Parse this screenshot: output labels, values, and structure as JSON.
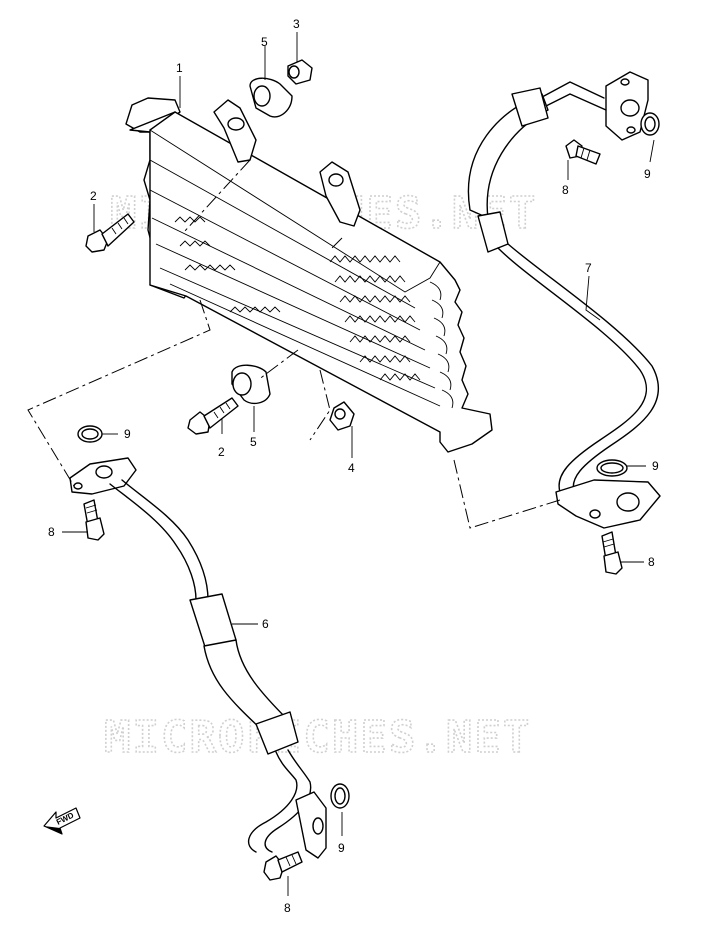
{
  "watermark": {
    "text": "MICROFICHES.NET"
  },
  "fwd_label": "FWD",
  "callouts": {
    "c1": "1",
    "c2a": "2",
    "c2b": "2",
    "c3": "3",
    "c4": "4",
    "c5a": "5",
    "c5b": "5",
    "c6": "6",
    "c7": "7",
    "c8a": "8",
    "c8b": "8",
    "c8c": "8",
    "c8d": "8",
    "c9a": "9",
    "c9b": "9",
    "c9c": "9",
    "c9d": "9"
  }
}
